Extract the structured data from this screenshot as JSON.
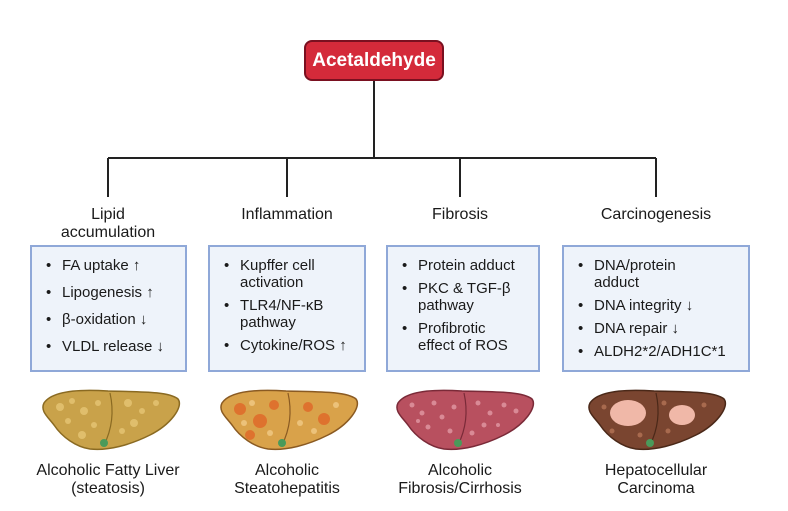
{
  "root": {
    "label": "Acetaldehyde"
  },
  "colors": {
    "root_fill": "#d42a3a",
    "box_fill": "#eef3fa",
    "box_border": "#8fa8d8",
    "liver_fatty": "#c9a24a",
    "liver_steato": "#d08a3a",
    "liver_fibro": "#b8505f",
    "liver_carcino": "#7a4530"
  },
  "branches": [
    {
      "title": "Lipid\naccumulation",
      "items": [
        "FA uptake ↑",
        "Lipogenesis ↑",
        "β-oxidation ↓",
        "VLDL release ↓"
      ],
      "outcome": "Alcoholic Fatty Liver\n(steatosis)",
      "liver_icon": "fatty-liver-icon"
    },
    {
      "title": "Inflammation",
      "items": [
        "Kupffer cell\nactivation",
        "TLR4/NF-κB\npathway",
        "Cytokine/ROS ↑"
      ],
      "outcome": "Alcoholic\nSteatohepatitis",
      "liver_icon": "steatohepatitis-liver-icon"
    },
    {
      "title": "Fibrosis",
      "items": [
        "Protein adduct",
        "PKC & TGF-β\npathway",
        "Profibrotic\neffect of ROS"
      ],
      "outcome": "Alcoholic\nFibrosis/Cirrhosis",
      "liver_icon": "cirrhosis-liver-icon"
    },
    {
      "title": "Carcinogenesis",
      "items": [
        "DNA/protein\nadduct",
        "DNA integrity ↓",
        "DNA repair ↓",
        "ALDH2*2/ADH1C*1"
      ],
      "outcome": "Hepatocellular\nCarcinoma",
      "liver_icon": "tumor-liver-icon"
    }
  ]
}
